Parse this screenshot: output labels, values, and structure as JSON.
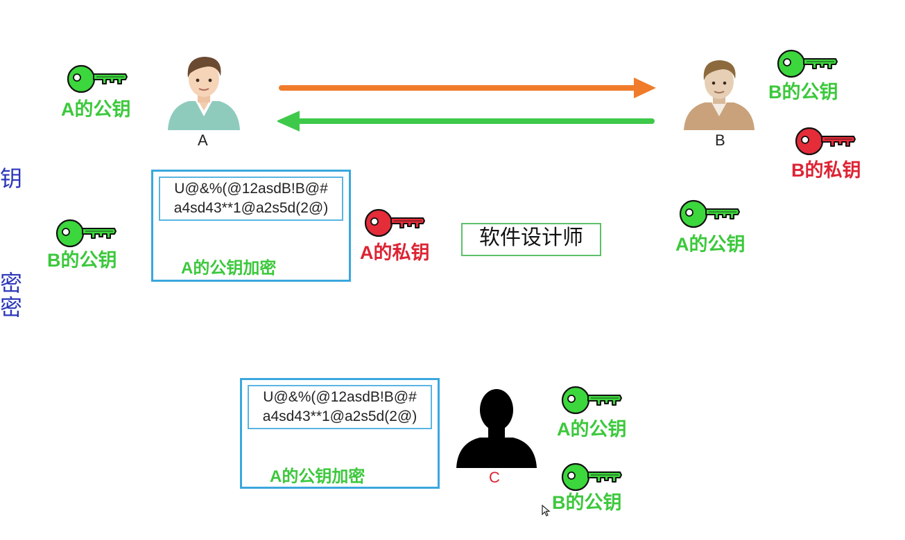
{
  "persons": {
    "a": {
      "name": "A"
    },
    "b": {
      "name": "B"
    },
    "c": {
      "name": "C"
    }
  },
  "edge_text": {
    "top": "钥",
    "bottom_1": "密",
    "bottom_2": "密"
  },
  "labels": {
    "a_pub_top_left": {
      "prefix": "A",
      "text": "的公钥"
    },
    "b_pub_top_right": {
      "prefix": "B",
      "text": "的公钥"
    },
    "b_priv_right": {
      "prefix": "B",
      "text": "的私钥"
    },
    "b_pub_left": {
      "prefix": "B",
      "text": "的公钥"
    },
    "a_priv_middle": {
      "prefix": "A",
      "text": "的私钥"
    },
    "a_pub_right": {
      "prefix": "A",
      "text": "的公钥"
    },
    "c_a_pub": {
      "prefix": "A",
      "text": "的公钥"
    },
    "c_b_pub": {
      "prefix": "B",
      "text": "的公钥"
    }
  },
  "messages": {
    "top": {
      "line1": "U@&%(@12asdB!B@#",
      "line2": "a4sd43**1@a2s5d(2@)",
      "caption_prefix": "A",
      "caption": "的公钥加密"
    },
    "bottom": {
      "line1": "U@&%(@12asdB!B@#",
      "line2": "a4sd43**1@a2s5d(2@)",
      "caption_prefix": "A",
      "caption": "的公钥加密"
    }
  },
  "watermark": "软件设计师",
  "colors": {
    "public_key": "#3cd73c",
    "private_key": "#e52c39",
    "arrow_a_to_b": "#f07b2b",
    "arrow_b_to_a": "#3fc94a",
    "box_border": "#3aa7de",
    "edge_text": "#2b36b8"
  },
  "icons": {
    "public_key": "key-green-icon",
    "private_key": "key-red-icon",
    "person_a": "person-avatar-icon",
    "person_b": "person-avatar-icon",
    "person_c": "person-silhouette-icon"
  }
}
